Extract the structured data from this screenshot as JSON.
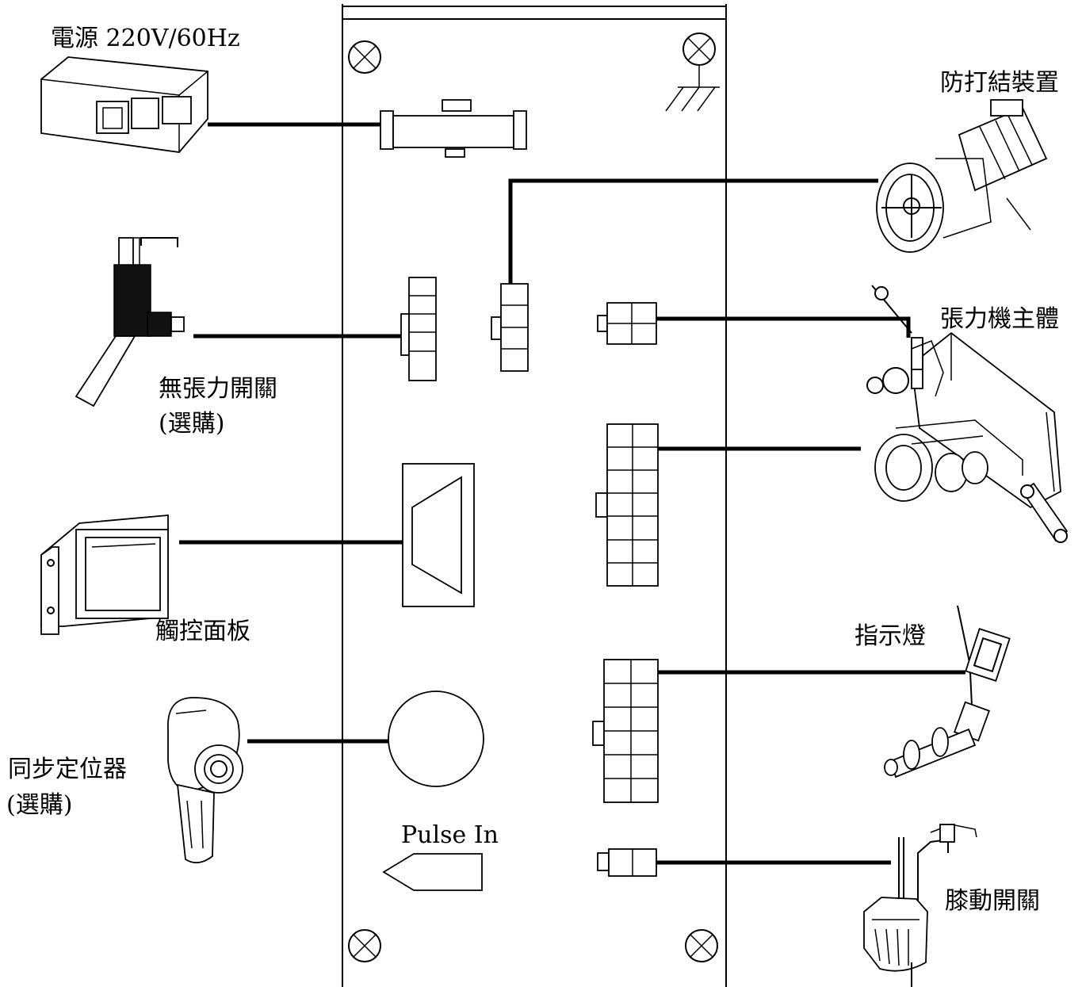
{
  "labels": {
    "power": "電源 220V/60Hz",
    "anti_knot": "防打結裝置",
    "tension_body": "張力機主體",
    "no_tension_switch": "無張力開關",
    "no_tension_optional": "(選購)",
    "touch_panel": "觸控面板",
    "indicator_light": "指示燈",
    "sync_positioner": "同步定位器",
    "sync_optional": "(選購)",
    "pulse_in": "Pulse In",
    "knee_switch": "膝動開關"
  }
}
